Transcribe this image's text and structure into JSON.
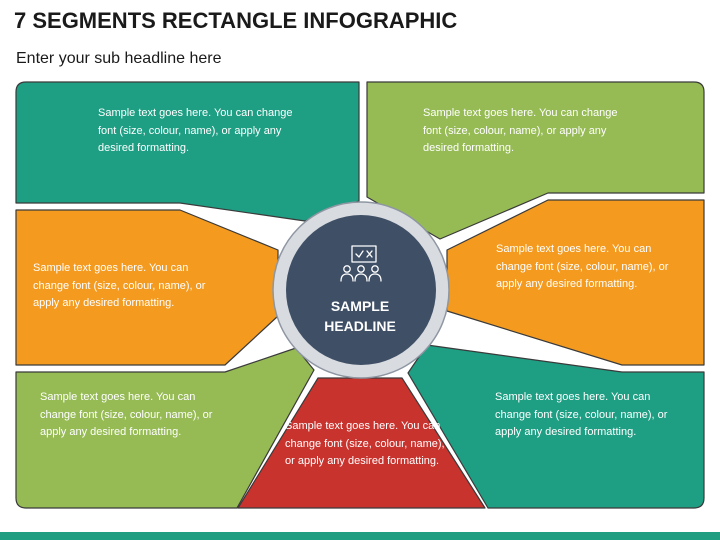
{
  "title": "7 SEGMENTS RECTANGLE INFOGRAPHIC",
  "subtitle": "Enter your sub headline here",
  "hub": {
    "line1": "SAMPLE",
    "line2": "HEADLINE",
    "icon": "presentation-team-icon"
  },
  "segments": [
    {
      "position": "top-left",
      "color": "#1e9e83",
      "text": "Sample text goes here. You can change font (size, colour, name), or apply any desired formatting."
    },
    {
      "position": "top-right",
      "color": "#96bb55",
      "text": "Sample text goes here. You can change font (size, colour, name), or apply any desired formatting."
    },
    {
      "position": "middle-left",
      "color": "#f39a1f",
      "text": "Sample text goes here. You can change font (size, colour, name), or apply any desired formatting."
    },
    {
      "position": "middle-right",
      "color": "#f39a1f",
      "text": "Sample text goes here. You can change font (size, colour, name), or apply any desired formatting."
    },
    {
      "position": "bottom-left",
      "color": "#96bb55",
      "text": "Sample text goes here. You can change font (size, colour, name), or apply any desired formatting."
    },
    {
      "position": "bottom-center",
      "color": "#c9332e",
      "text": "Sample text goes here. You can change font (size, colour, name), or apply any desired formatting."
    },
    {
      "position": "bottom-right",
      "color": "#1e9e83",
      "text": "Sample text goes here. You can change font (size, colour, name), or apply any desired formatting."
    }
  ],
  "colors": {
    "hub_fill": "#3f4f66",
    "hub_ring": "#d8dbe0",
    "segment_outline": "#3a3a3a",
    "footer": "#1f9e82"
  }
}
